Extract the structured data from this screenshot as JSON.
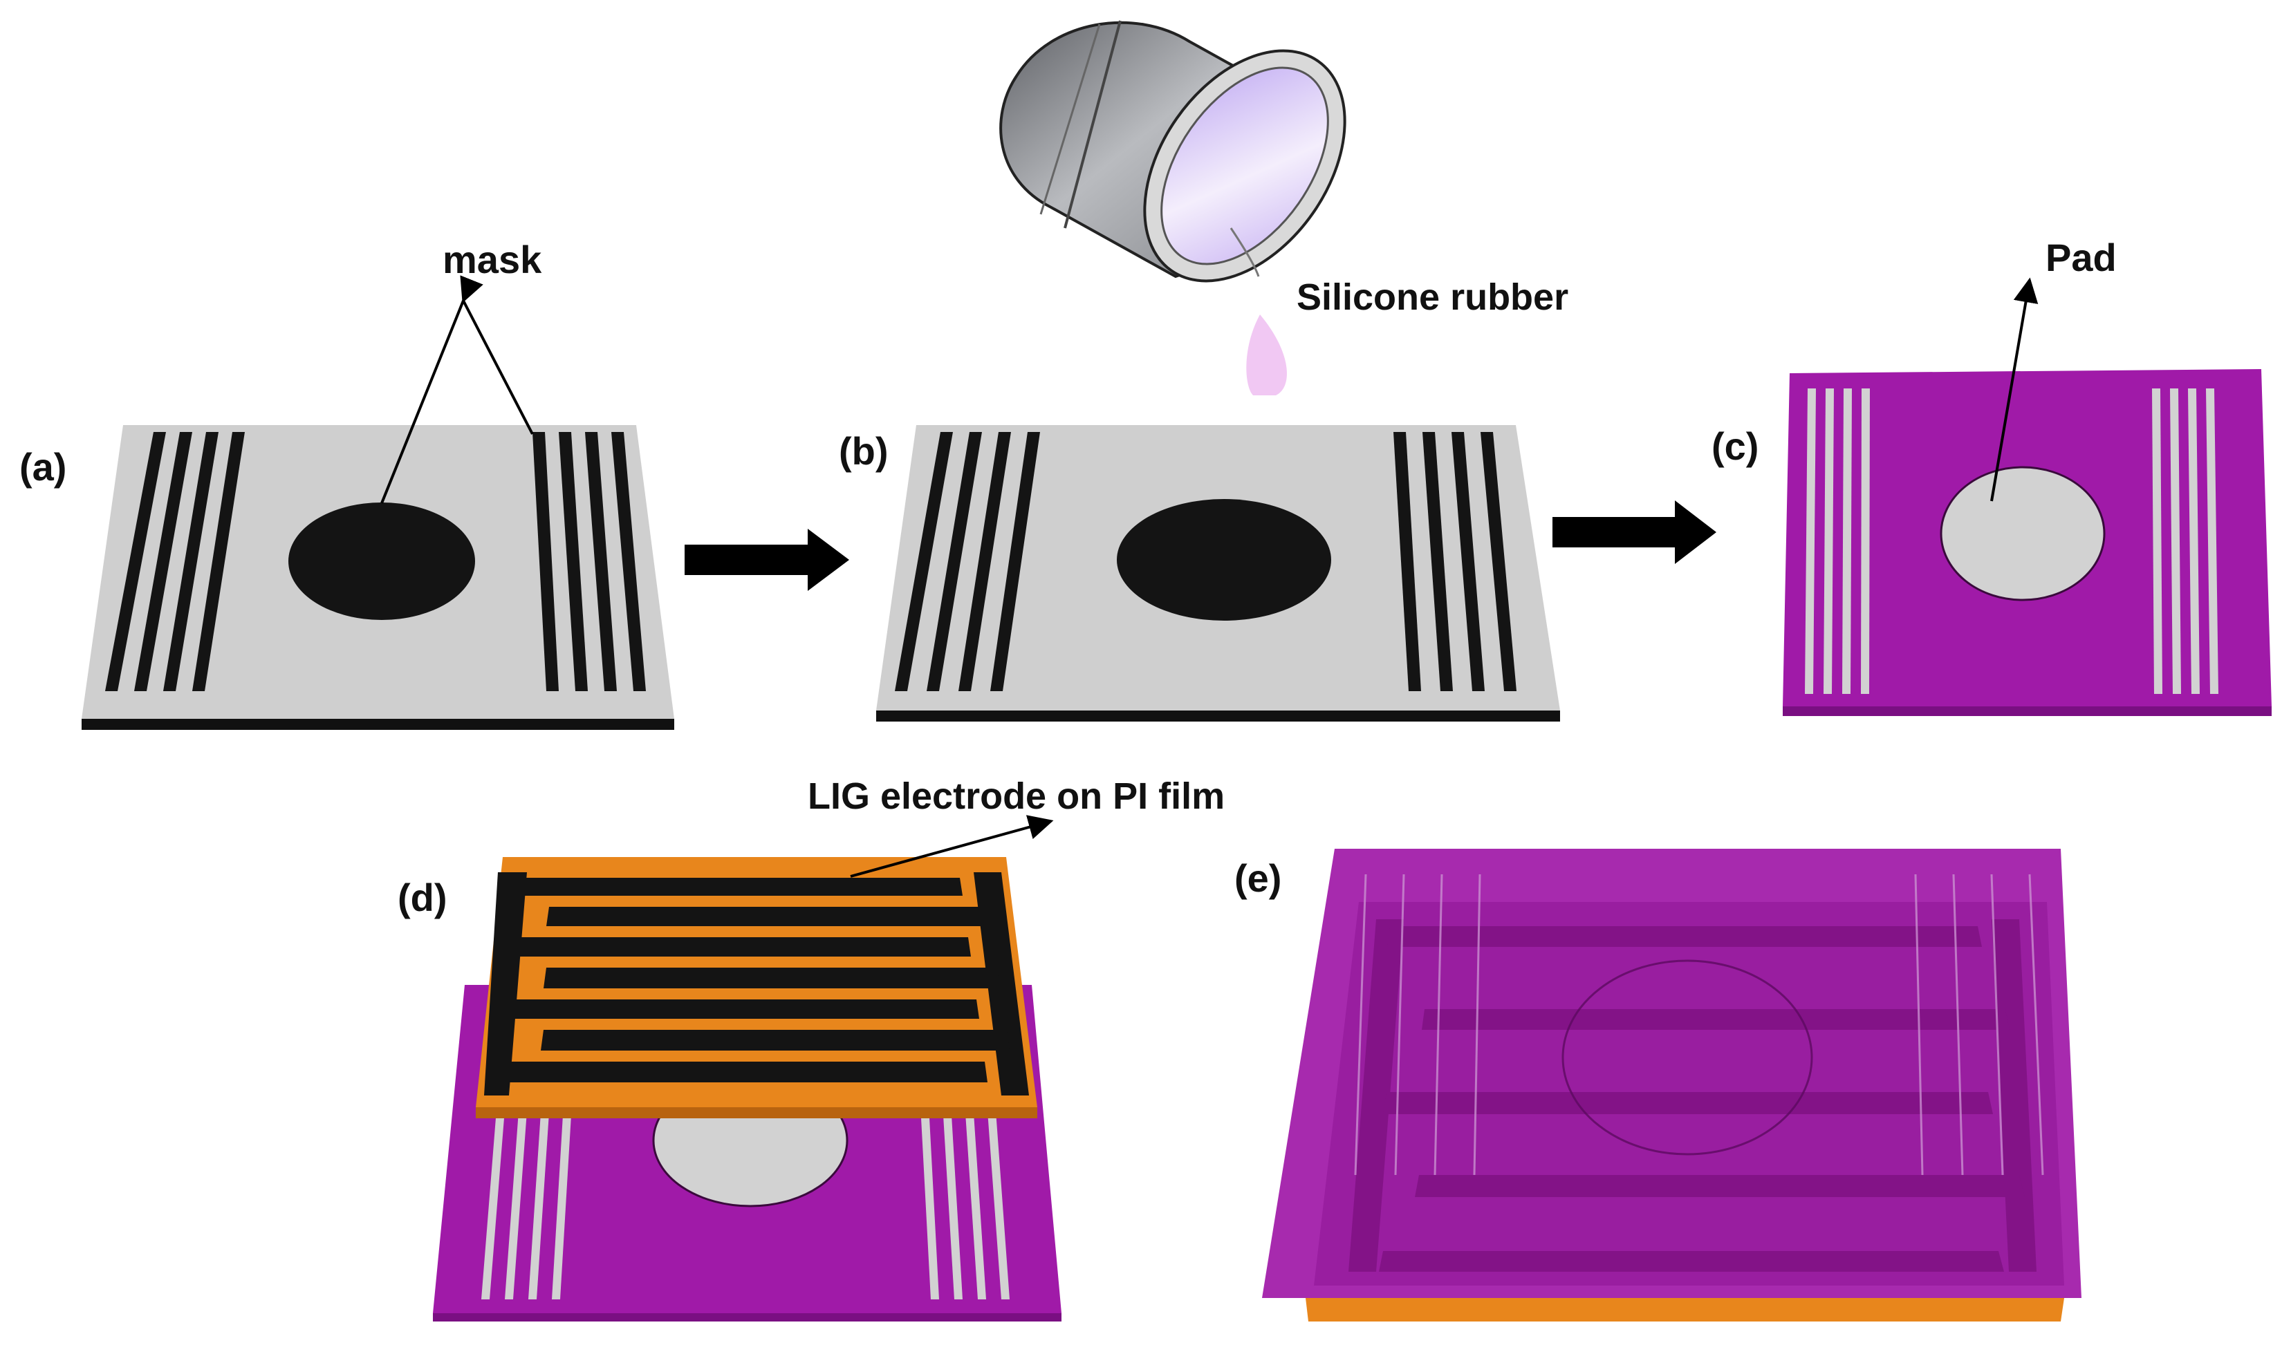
{
  "labels": {
    "panel_a": "(a)",
    "panel_b": "(b)",
    "panel_c": "(c)",
    "panel_d": "(d)",
    "panel_e": "(e)",
    "mask": "mask",
    "silicone_rubber": "Silicone rubber",
    "pad": "Pad",
    "lig_electrode": "LIG electrode on PI film"
  },
  "colors": {
    "mask_plate": "#cfcfcf",
    "mask_black": "#141414",
    "silicone_purple": "#a01aa8",
    "pad_gray": "#d2d2d2",
    "pi_film_orange": "#e8861c",
    "liquid_pink": "#f1c8f3",
    "arrow": "#000000"
  },
  "icons": {
    "arrow_1": "right-arrow-icon",
    "arrow_2": "right-arrow-icon",
    "container": "silicone-container-icon"
  }
}
